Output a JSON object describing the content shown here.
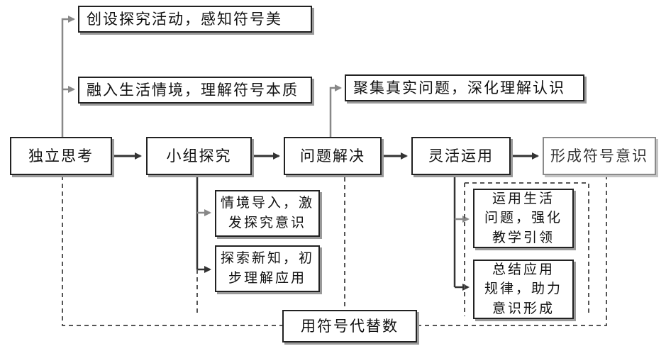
{
  "main_flow": {
    "step1": "独立思考",
    "step2": "小组探究",
    "step3": "问题解决",
    "step4": "灵活运用",
    "step5": "形成符号意识"
  },
  "branches": {
    "top1": "创设探究活动，感知符号美",
    "top2": "融入生活情境，理解符号本质",
    "top3": "聚集真实问题，深化理解认识",
    "group_sub1": "情境导入，激\n发探究意识",
    "group_sub2": "探索新知，初\n步理解应用",
    "apply_sub1": "运用生活\n问题，强化\n教学引领",
    "apply_sub2": "总结应用\n规律，助力\n意识形成"
  },
  "bottom": {
    "label": "用符号代替数"
  }
}
